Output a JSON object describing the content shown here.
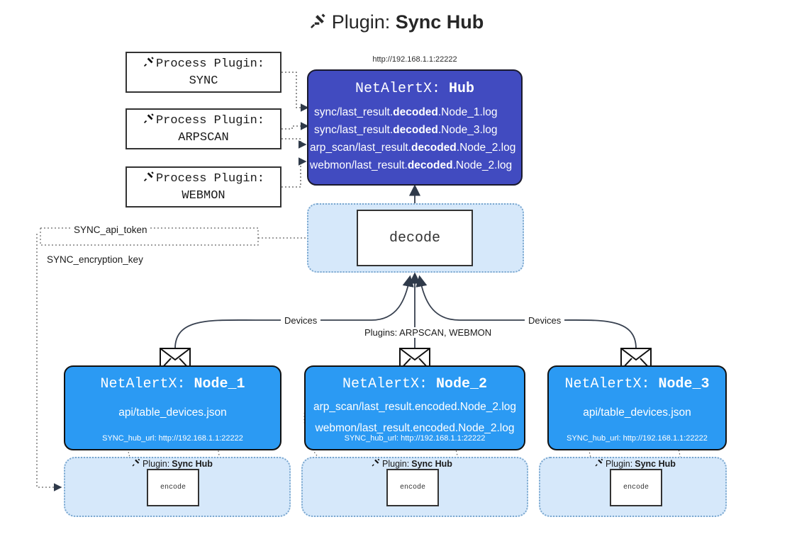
{
  "title": {
    "icon": "plug-icon",
    "prefix": "Plugin:",
    "name": "Sync Hub"
  },
  "process_plugins": [
    {
      "icon": "plug-icon",
      "label": "Process Plugin:",
      "name": "SYNC"
    },
    {
      "icon": "plug-icon",
      "label": "Process Plugin:",
      "name": "ARPSCAN"
    },
    {
      "icon": "plug-icon",
      "label": "Process Plugin:",
      "name": "WEBMON"
    }
  ],
  "hub": {
    "url": "http://192.168.1.1:22222",
    "app": "NetAlertX:",
    "name": "Hub",
    "color": "#414BC0",
    "logs": [
      {
        "pre": "sync/last_result.",
        "mid": "decoded",
        "post": ".Node_1.log"
      },
      {
        "pre": "sync/last_result.",
        "mid": "decoded",
        "post": ".Node_3.log"
      },
      {
        "pre": "arp_scan/last_result.",
        "mid": "decoded",
        "post": ".Node_2.log"
      },
      {
        "pre": "webmon/last_result.",
        "mid": "decoded",
        "post": ".Node_2.log"
      }
    ]
  },
  "decode": {
    "label": "decode"
  },
  "settings": {
    "api_token": "SYNC_api_token",
    "encryption_key": "SYNC_encryption_key"
  },
  "edge_labels": {
    "devices_left": "Devices",
    "devices_right": "Devices",
    "plugins_center": "Plugins: ARPSCAN, WEBMON"
  },
  "nodes": [
    {
      "app": "NetAlertX:",
      "name": "Node_1",
      "color": "#2B9AF3",
      "lines": [
        "api/table_devices.json"
      ],
      "hub_url_key": "SYNC_hub_url:",
      "hub_url_value": "http://192.168.1.1:22222",
      "plugin_tag_prefix": "Plugin:",
      "plugin_tag_name": "Sync Hub",
      "encode_label": "encode",
      "envelope_icon": "envelope-icon"
    },
    {
      "app": "NetAlertX:",
      "name": "Node_2",
      "color": "#2B9AF3",
      "lines": [
        "arp_scan/last_result.encoded.Node_2.log",
        "webmon/last_result.encoded.Node_2.log"
      ],
      "hub_url_key": "SYNC_hub_url:",
      "hub_url_value": "http://192.168.1.1:22222",
      "plugin_tag_prefix": "Plugin:",
      "plugin_tag_name": "Sync Hub",
      "encode_label": "encode",
      "envelope_icon": "envelope-icon"
    },
    {
      "app": "NetAlertX:",
      "name": "Node_3",
      "color": "#2B9AF3",
      "lines": [
        "api/table_devices.json"
      ],
      "hub_url_key": "SYNC_hub_url:",
      "hub_url_value": "http://192.168.1.1:22222",
      "plugin_tag_prefix": "Plugin:",
      "plugin_tag_name": "Sync Hub",
      "encode_label": "encode",
      "envelope_icon": "envelope-icon"
    }
  ]
}
